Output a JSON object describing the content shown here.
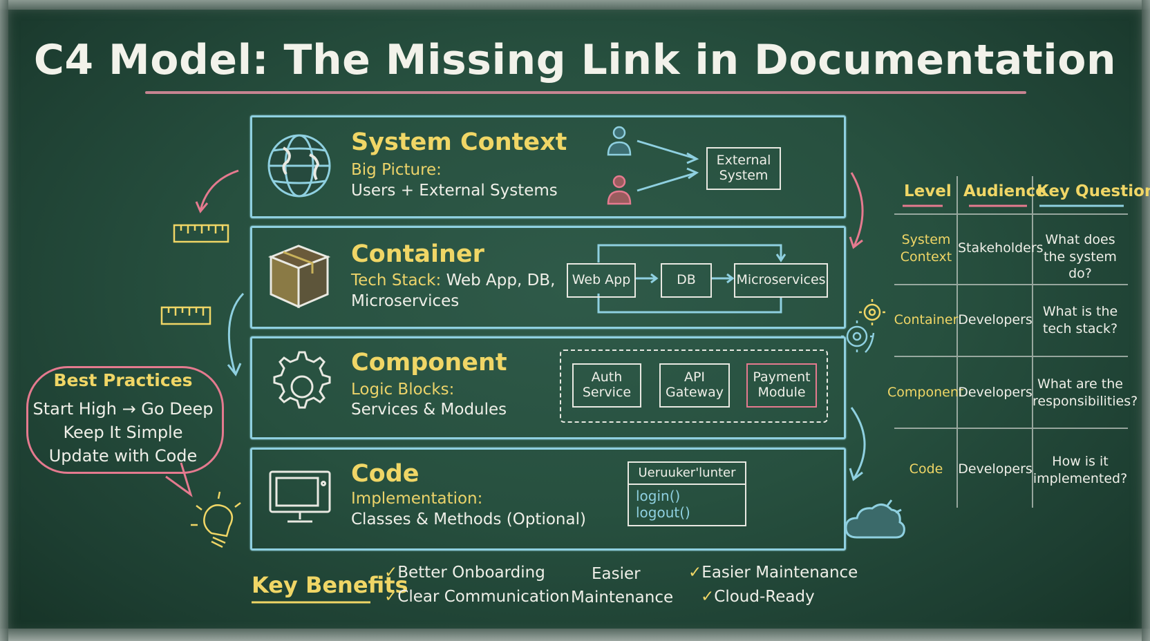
{
  "title": "C4 Model: The Missing Link in Documentation",
  "levels": [
    {
      "title": "System Context",
      "subtitle": "Big Picture:",
      "desc": "Users + External Systems"
    },
    {
      "title": "Container",
      "subtitle": "Tech Stack:",
      "subtitle_rest": " Web App, DB,",
      "desc": "Microservices"
    },
    {
      "title": "Component",
      "subtitle": "Logic Blocks:",
      "desc": "Services & Modules"
    },
    {
      "title": "Code",
      "subtitle": "Implementation:",
      "desc": "Classes & Methods (Optional)"
    }
  ],
  "context_diagram": {
    "external_system": "External\nSystem"
  },
  "container_diagram": {
    "boxes": [
      "Web App",
      "DB",
      "Microservices"
    ]
  },
  "component_diagram": {
    "boxes": [
      "Auth\nService",
      "API\nGateway",
      "Payment\nModule"
    ]
  },
  "code_diagram": {
    "class_name": "Ueruuker'lunter",
    "methods": [
      "login()",
      "logout()"
    ]
  },
  "table": {
    "headers": [
      "Level",
      "Audience",
      "Key Question"
    ],
    "rows": [
      {
        "level": "System\nContext",
        "audience": "Stakeholders",
        "question": "What does\nthe system do?"
      },
      {
        "level": "Container",
        "audience": "Developers",
        "question": "What is the\ntech stack?"
      },
      {
        "level": "Component",
        "audience": "Developers",
        "question": "What are the\nresponsibilities?"
      },
      {
        "level": "Code",
        "audience": "Developers",
        "question": "How is it\nimplemented?"
      }
    ]
  },
  "best_practices": {
    "title": "Best Practices",
    "items": [
      "Start High → Go Deep",
      "Keep It Simple",
      "Update with Code"
    ]
  },
  "key_benefits": {
    "title": "Key Benefits",
    "checkmark": "✓",
    "items": [
      "Better Onboarding",
      "Clear Communication",
      "Easier",
      "Maintenance",
      "Easier Maintenance",
      "Cloud-Ready"
    ]
  },
  "colors": {
    "chalk_yellow": "#f0d666",
    "chalk_blue": "#8fd0e0",
    "chalk_pink": "#e57a8f",
    "chalk_white": "#efefe8",
    "board": "#27503f"
  },
  "icons": [
    "globe-icon",
    "box-icon",
    "gear-icon",
    "monitor-icon",
    "user-icon",
    "ruler-icon",
    "lightbulb-icon",
    "cloud-icon"
  ]
}
